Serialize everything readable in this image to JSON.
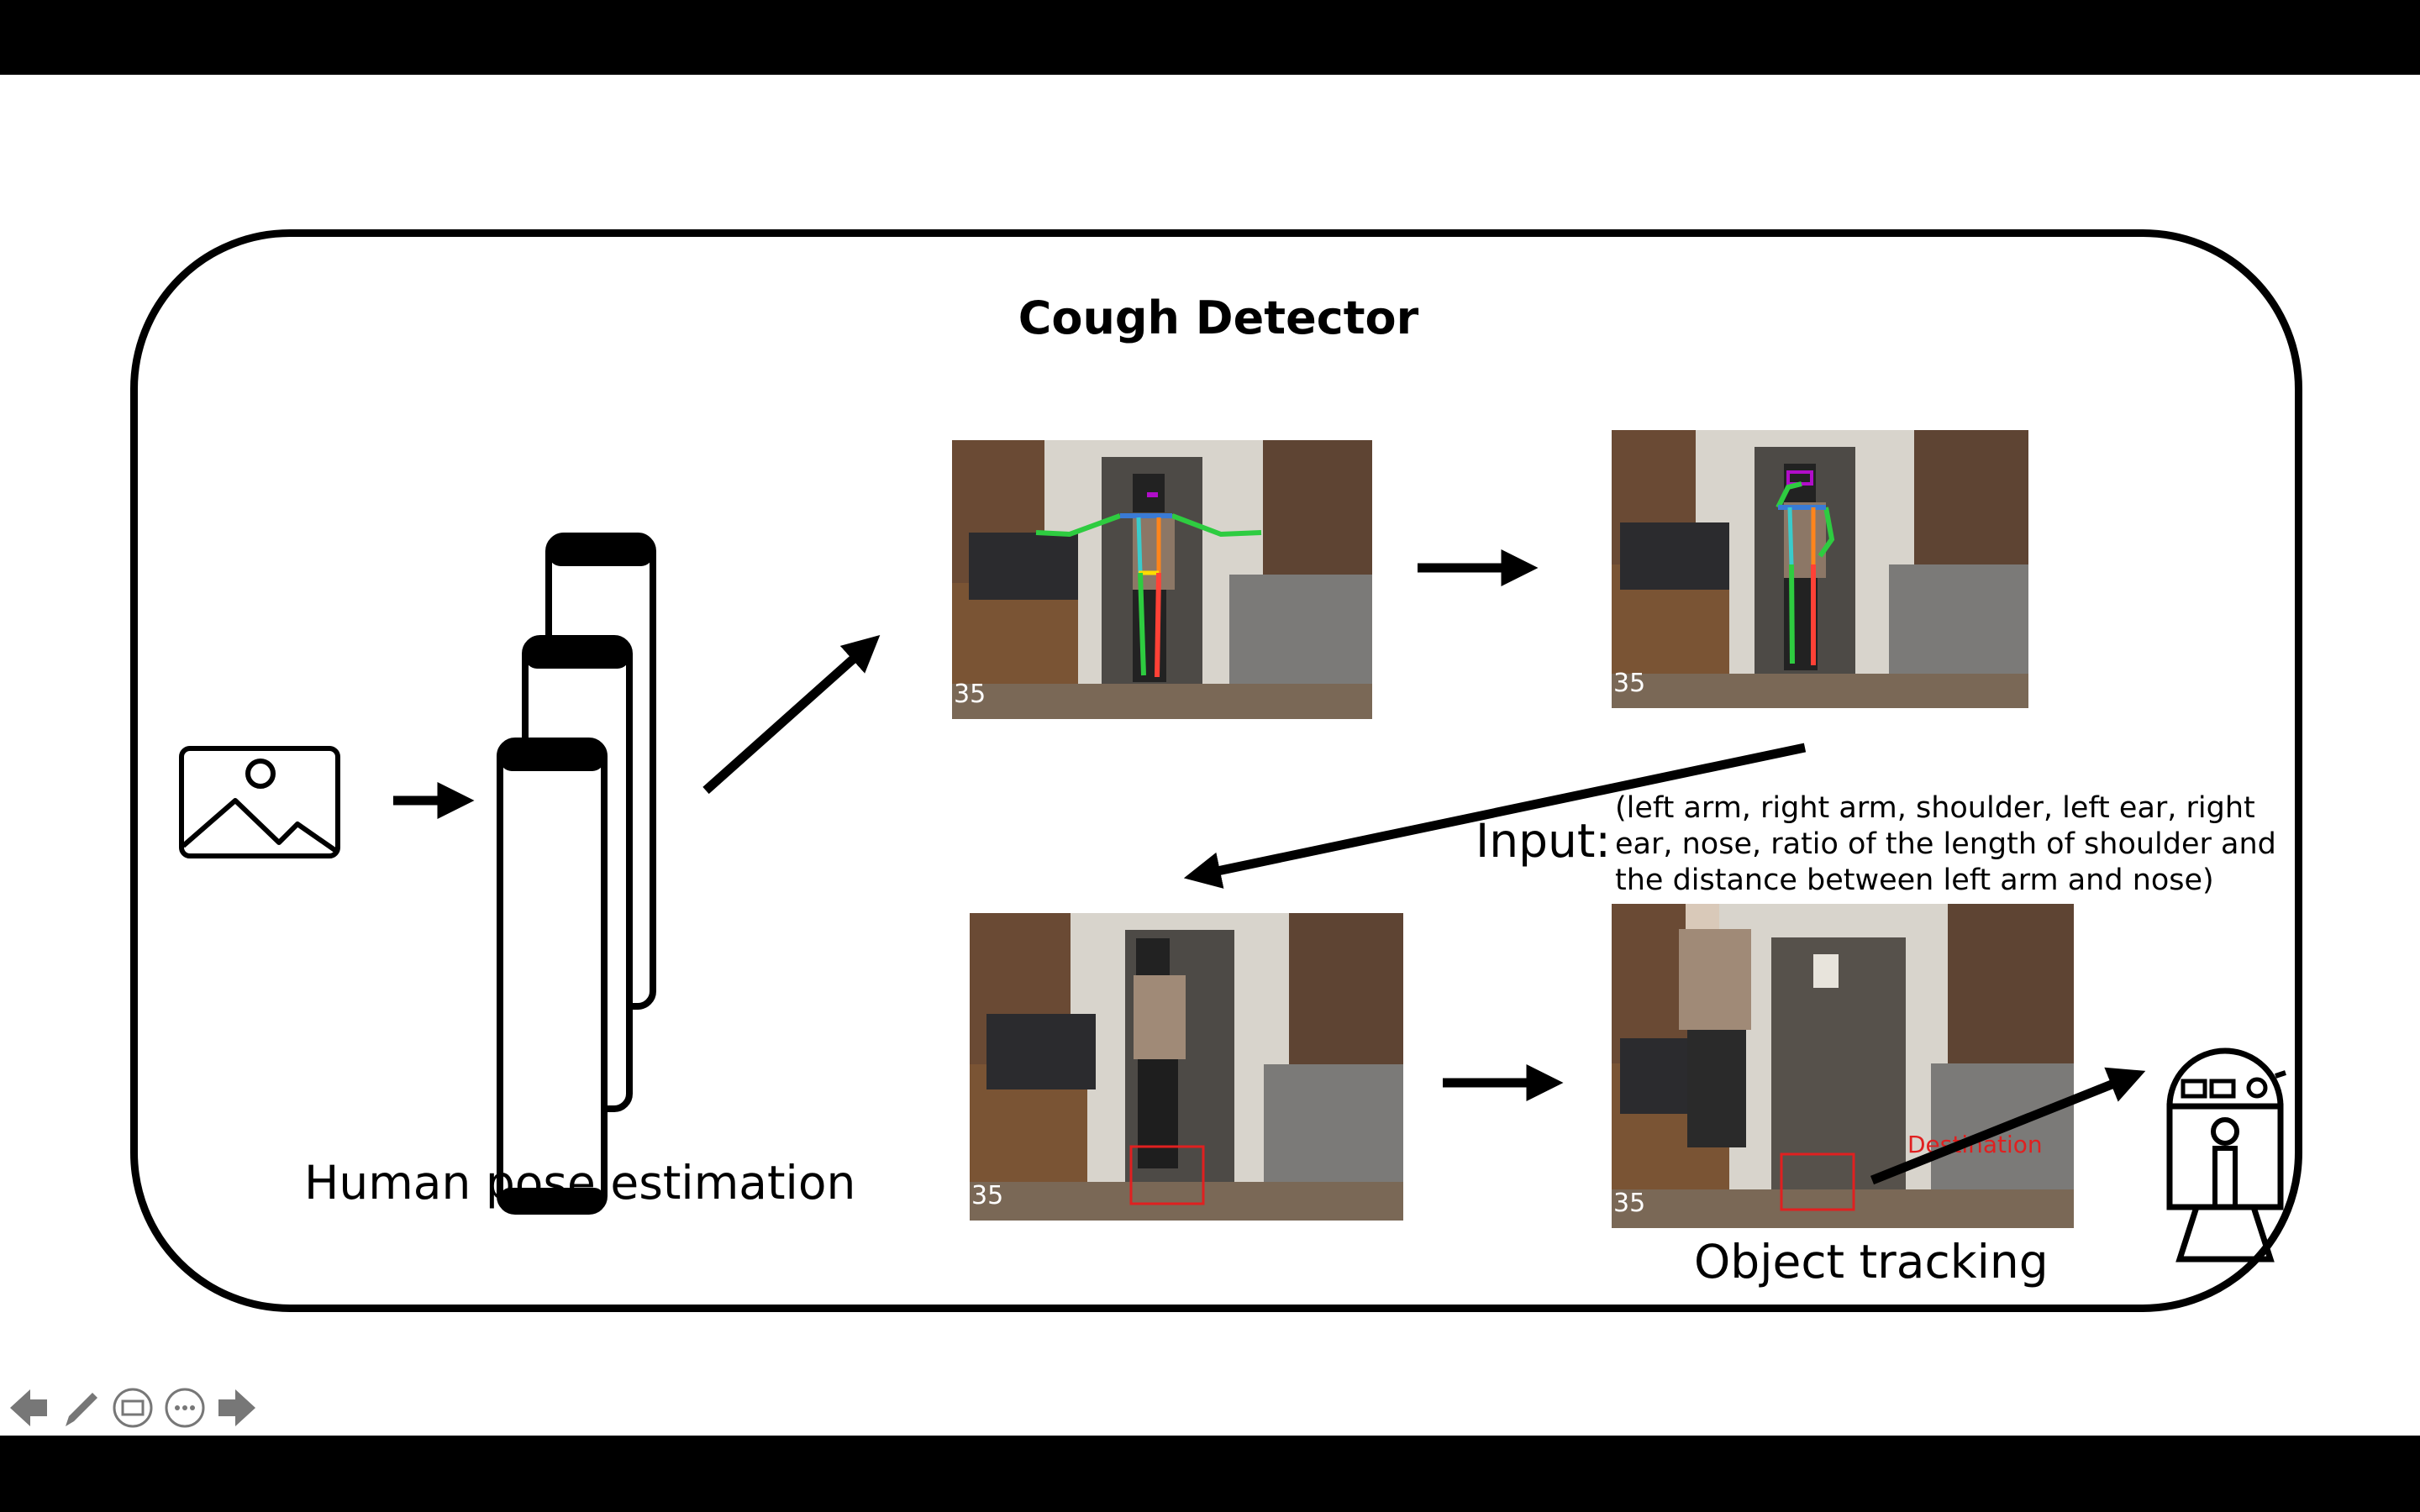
{
  "slide": {
    "title": "Cough Detector",
    "pose_label": "Human pose estimation",
    "tracking_label": "Object tracking",
    "input_label": "Input:",
    "input_description": "(left arm, right arm, shoulder, left ear, right ear, nose, ratio of the length of shoulder and the distance between left arm and nose)",
    "frame_counter": "35",
    "destination_label": "Destination"
  },
  "icons": {
    "input": "image-icon",
    "model": "neural-network-stack-icon",
    "robot": "robot-icon"
  },
  "controls": [
    {
      "name": "previous-slide-button",
      "icon": "arrow-left-icon"
    },
    {
      "name": "pen-tool-button",
      "icon": "pencil-icon"
    },
    {
      "name": "subtitles-button",
      "icon": "subtitles-icon"
    },
    {
      "name": "more-options-button",
      "icon": "ellipsis-icon"
    },
    {
      "name": "next-slide-button",
      "icon": "arrow-right-icon"
    }
  ],
  "colors": {
    "background": "#000000",
    "slide": "#ffffff",
    "tracking_box": "#e02020",
    "skeleton_left": "#2ecc40",
    "skeleton_right": "#ff851b",
    "skeleton_head": "#b10dc9"
  }
}
